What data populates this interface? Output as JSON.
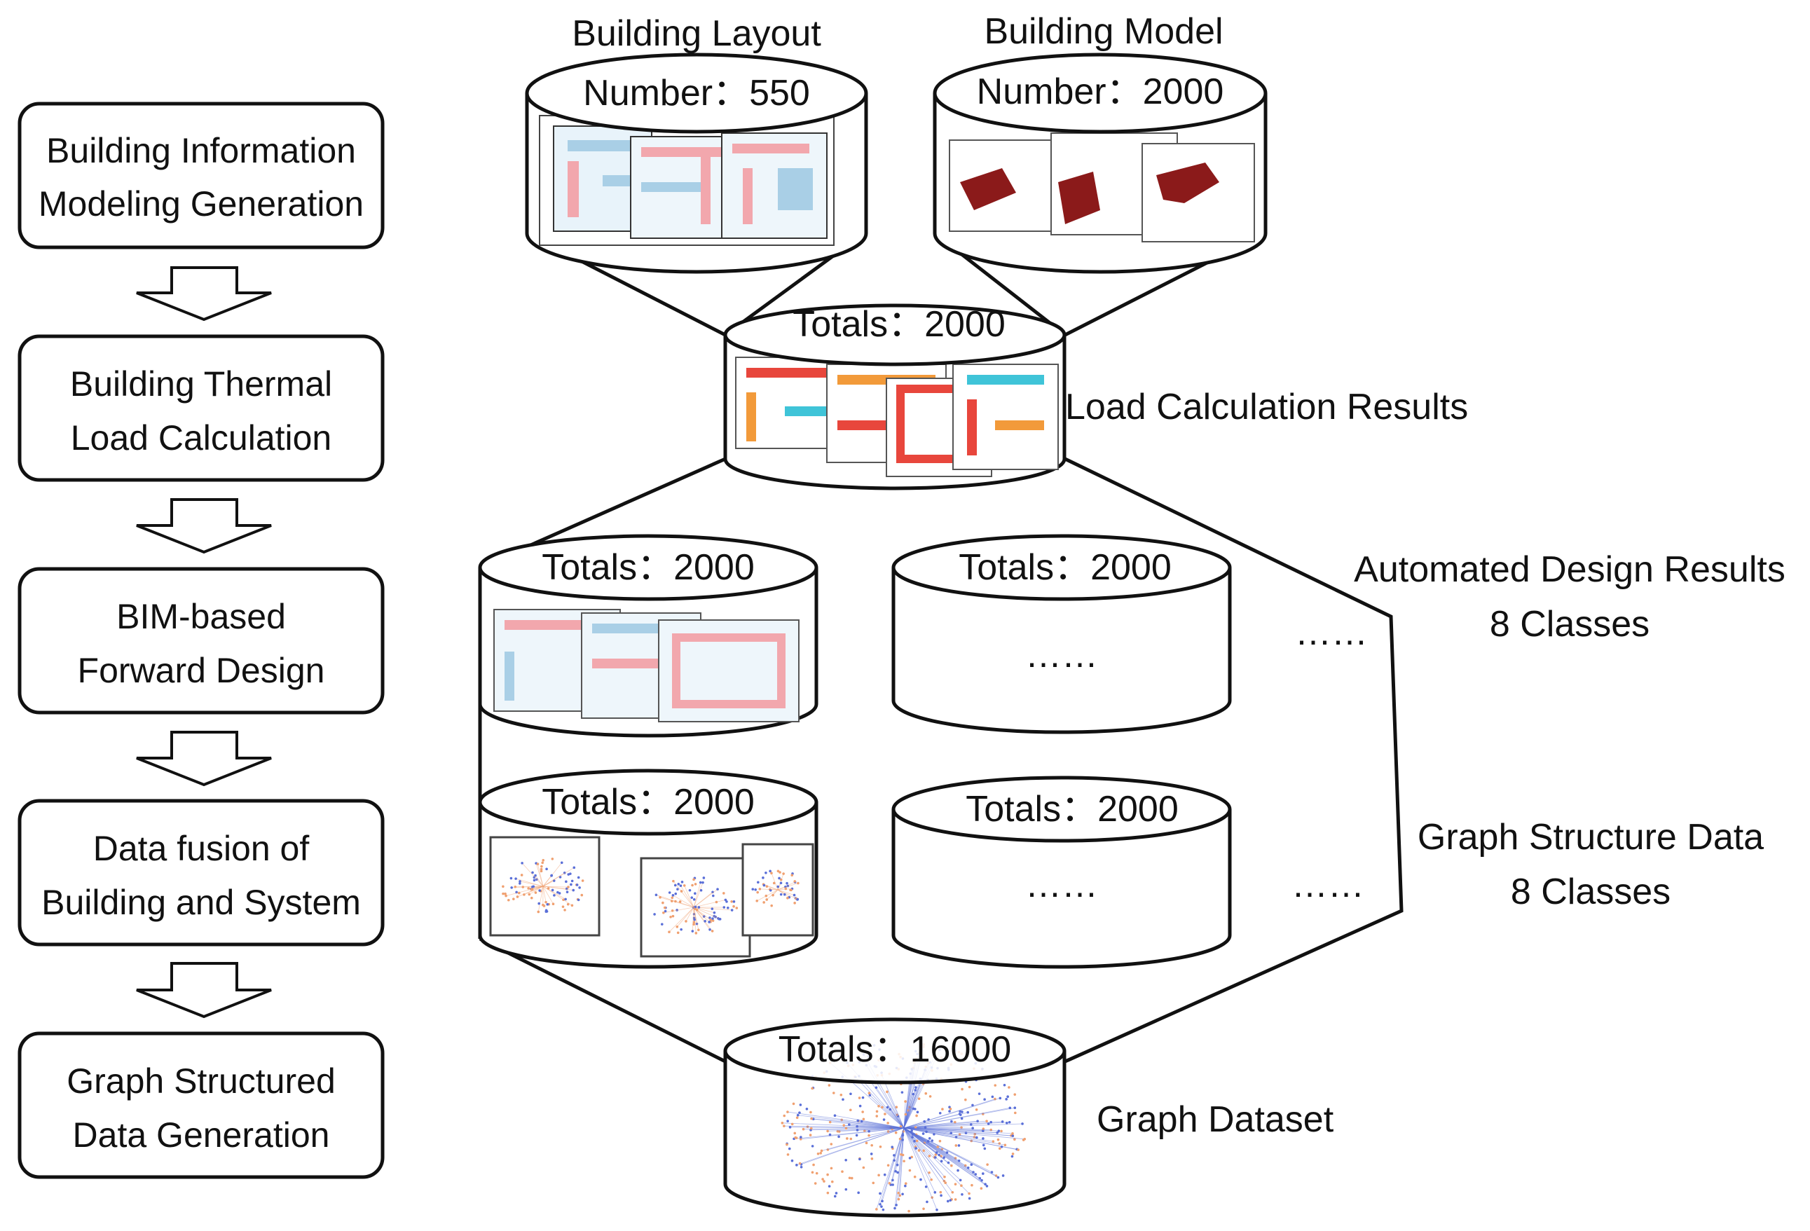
{
  "flow_steps": [
    {
      "line1": "Building Information",
      "line2": "Modeling Generation"
    },
    {
      "line1": "Building Thermal",
      "line2": "Load Calculation"
    },
    {
      "line1": "BIM-based",
      "line2": "Forward Design"
    },
    {
      "line1": "Data fusion of",
      "line2": "Building and System"
    },
    {
      "line1": "Graph Structured",
      "line2": "Data Generation"
    }
  ],
  "databases": {
    "layout": {
      "title": "Building Layout",
      "count": "Number：550"
    },
    "model": {
      "title": "Building Model",
      "count": "Number：2000"
    },
    "load": {
      "count": "Totals：2000",
      "label": "Load Calculation Results"
    },
    "design1": {
      "count": "Totals：2000"
    },
    "design2": {
      "count": "Totals：2000",
      "inner": "……"
    },
    "graph1": {
      "count": "Totals：2000"
    },
    "graph2": {
      "count": "Totals：2000",
      "inner": "……"
    },
    "dataset": {
      "count": "Totals：16000",
      "label": "Graph Dataset"
    }
  },
  "ellipsis_right_design": "……",
  "ellipsis_right_graph": "……",
  "design_results": {
    "line1": "Automated Design Results",
    "line2": "8 Classes"
  },
  "graph_data": {
    "line1": "Graph Structure Data",
    "line2": "8 Classes"
  },
  "colors": {
    "stroke": "#111111",
    "layout_blue": "#a9cfe6",
    "layout_pink": "#f2a7ad",
    "model_red": "#8b1a1a",
    "heat_red": "#e8463c",
    "heat_orange": "#f29a3a",
    "heat_cyan": "#3fc4d8",
    "graph_blue": "#5a6fd8",
    "graph_orange": "#f0a070"
  }
}
